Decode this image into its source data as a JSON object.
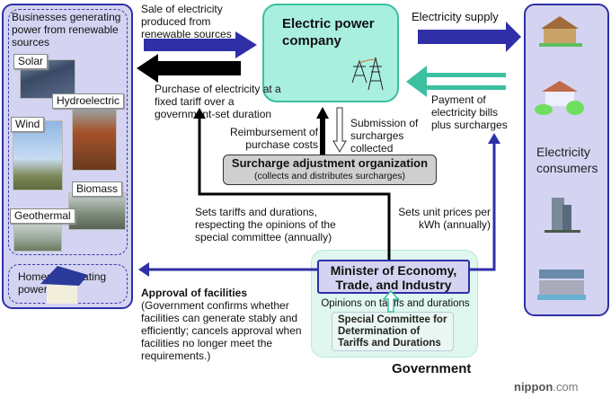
{
  "left_panel": {
    "businesses_title": "Businesses generating power from renewable sources",
    "sources": [
      "Solar",
      "Hydroelectric",
      "Wind",
      "Biomass",
      "Geothermal"
    ],
    "homes_title": "Homes generating power"
  },
  "company": {
    "title": "Electric power company"
  },
  "consumers": {
    "title": "Electricity consumers"
  },
  "flows": {
    "sale": "Sale of electricity produced from renewable sources",
    "purchase": "Purchase of electricity at a fixed tariff over a government-set duration",
    "supply": "Electricity supply",
    "payment": "Payment of electricity bills plus surcharges",
    "reimbursement": "Reimbursement of purchase costs",
    "submission": "Submission of surcharges collected",
    "sets_tariffs": "Sets tariffs and durations, respecting the opinions of the special committee (annually)",
    "sets_unit_prices": "Sets unit prices per kWh (annually)",
    "approval_title": "Approval of facilities",
    "approval_body": "(Government confirms whether facilities can generate stably and efficiently; cancels approval when facilities no longer meet the requirements.)",
    "opinions": "Opinions on tariffs and durations"
  },
  "surcharge_org": {
    "title": "Surcharge adjustment organization",
    "subtitle": "(collects and distributes surcharges)"
  },
  "government": {
    "label": "Government",
    "minister": "Minister of Economy, Trade, and Industry",
    "committee": "Special Committee for Determination of Tariffs and Durations"
  },
  "watermark": {
    "brand": "nippon",
    "suffix": ".com"
  },
  "colors": {
    "navy": "#2f2fa8",
    "teal": "#3cc0a0",
    "lavender": "#d4d4f2",
    "mint": "#a9efe0"
  }
}
